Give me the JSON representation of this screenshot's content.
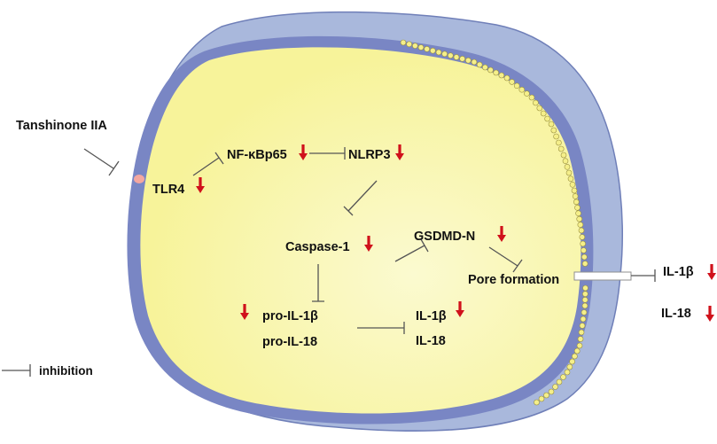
{
  "colors": {
    "cell_outer": "#a9b8dc",
    "cell_outer_stroke": "#6f7fb8",
    "membrane": "#7986c4",
    "cytoplasm": "#f7f39a",
    "cytoplasm_light": "#fbfad0",
    "pore_dots": "#f5ef8a",
    "pore_dot_stroke": "#9a9040",
    "arrow_down": "#d0111b",
    "inhibit_line": "#555555",
    "receptor": "#f4a7a0"
  },
  "labels": {
    "drug": "Tanshinone IIA",
    "tlr4": "TLR4",
    "nfkb": "NF-κBp65",
    "nlrp3": "NLRP3",
    "caspase1": "Caspase-1",
    "gsdmd": "GSDMD-N",
    "pore": "Pore formation",
    "pro_il1b": "pro-IL-1β",
    "pro_il18": "pro-IL-18",
    "il1b_in": "IL-1β",
    "il18_in": "IL-18",
    "il1b_out": "IL-1β",
    "il18_out": "IL-18",
    "legend": "inhibition"
  },
  "decreased_icon": "down-arrow-icon"
}
